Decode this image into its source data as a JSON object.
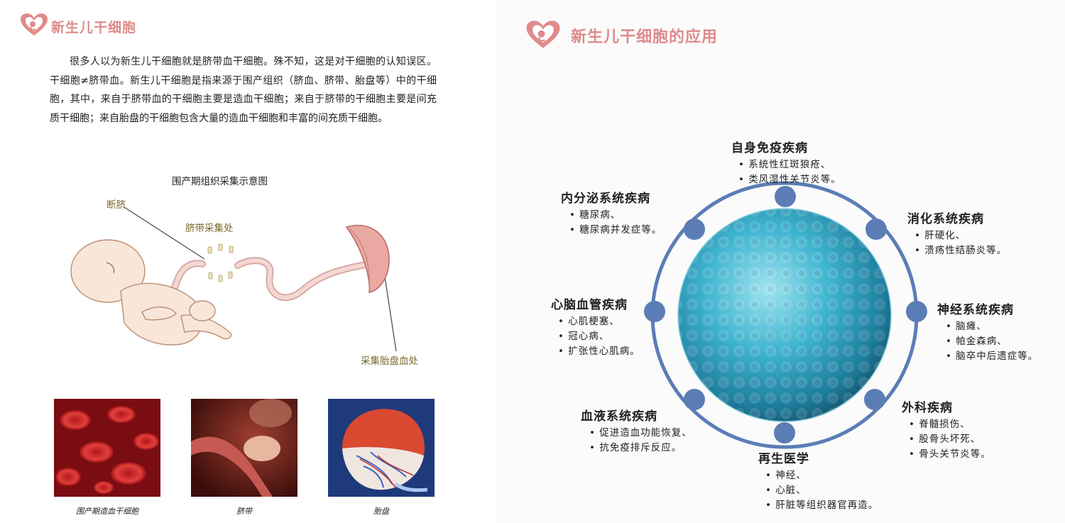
{
  "left_page": {
    "header_title": "新生儿干细胞",
    "intro_paragraph": "很多人以为新生儿干细胞就是脐带血干细胞。殊不知，这是对干细胞的认知误区。干细胞≠脐带血。新生儿干细胞是指来源于围产组织（脐血、脐带、胎盘等）中的干细胞，其中，来自于脐带血的干细胞主要是造血干细胞；来自于脐带的干细胞主要是间充质干细胞；来自胎盘的干细胞包含大量的造血干细胞和丰富的间充质干细胞。",
    "diagram": {
      "title": "围产期组织采集示意图",
      "label_cut_cord": "断脐",
      "label_cord_collection": "脐带采集处",
      "label_placenta_collection": "采集胎盘血处"
    },
    "photos": [
      {
        "caption": "围产期造血干细胞"
      },
      {
        "caption": "脐带"
      },
      {
        "caption": "胎盘"
      }
    ]
  },
  "right_page": {
    "header_title": "新生儿干细胞的应用",
    "categories": [
      {
        "title": "自身免疫疾病",
        "items": [
          "系统性红斑狼疮、",
          "类风湿性关节炎等。"
        ]
      },
      {
        "title": "内分泌系统疾病",
        "items": [
          "糖尿病、",
          "糖尿病并发症等。"
        ]
      },
      {
        "title": "消化系统疾病",
        "items": [
          "肝硬化、",
          "溃疡性结肠炎等。"
        ]
      },
      {
        "title": "心脑血管疾病",
        "items": [
          "心肌梗塞、",
          "冠心病、",
          "扩张性心肌病。"
        ]
      },
      {
        "title": "神经系统疾病",
        "items": [
          "脑瘫、",
          "帕金森病、",
          "脑卒中后遗症等。"
        ]
      },
      {
        "title": "血液系统疾病",
        "items": [
          "促进造血功能恢复、",
          "抗免疫排斥反应。"
        ]
      },
      {
        "title": "外科疾病",
        "items": [
          "脊髓损伤、",
          "股骨头坏死、",
          "骨头关节炎等。"
        ]
      },
      {
        "title": "再生医学",
        "items": [
          "神经、",
          "心脏、",
          "肝脏等组织器官再造。"
        ]
      }
    ]
  },
  "colors": {
    "brand_pink": "#e08a8a",
    "ring_blue": "#5b7db5",
    "cell_cyan": "#3fb4cf"
  }
}
